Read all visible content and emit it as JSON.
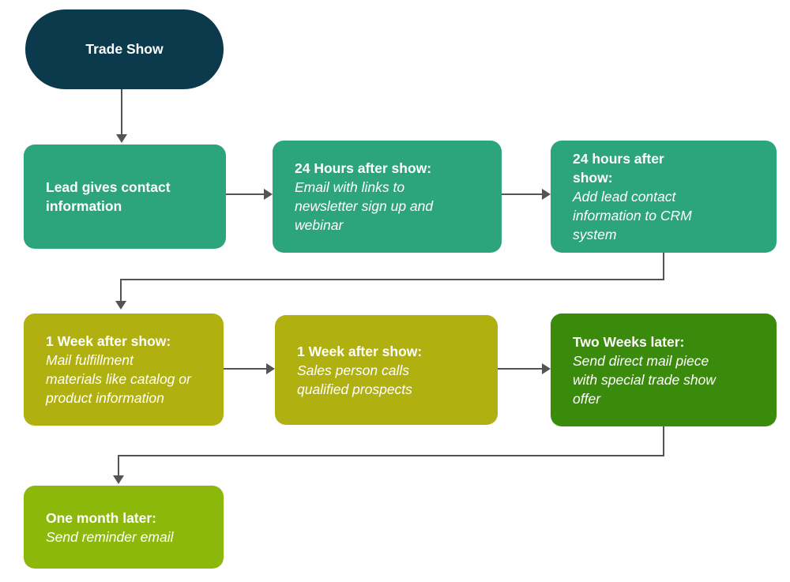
{
  "diagram": {
    "type": "flowchart",
    "connector_color": "#545454",
    "nodes": {
      "start": {
        "label": "Trade Show",
        "color": "#0b3a4d"
      },
      "lead_contact": {
        "heading": "Lead gives contact information",
        "body": "",
        "color": "#2ca47c"
      },
      "email_24h": {
        "heading": "24 Hours after show:",
        "body": "Email with links to newsletter sign up and webinar",
        "color": "#2ca47c"
      },
      "crm_24h": {
        "heading": "24 hours after show:",
        "body": "Add lead contact information to CRM system",
        "color": "#2ca47c"
      },
      "fulfillment_1w": {
        "heading": "1 Week after show:",
        "body": "Mail fulfillment materials like catalog or product information",
        "color": "#b1b011"
      },
      "sales_calls_1w": {
        "heading": "1 Week after show:",
        "body": "Sales person calls qualified prospects",
        "color": "#b1b011"
      },
      "direct_mail_2w": {
        "heading": "Two Weeks later:",
        "body": "Send direct mail piece with special trade show offer",
        "color": "#3a8b0c"
      },
      "reminder_1m": {
        "heading": "One month later:",
        "body": "Send reminder email",
        "color": "#8cb80c"
      }
    }
  }
}
